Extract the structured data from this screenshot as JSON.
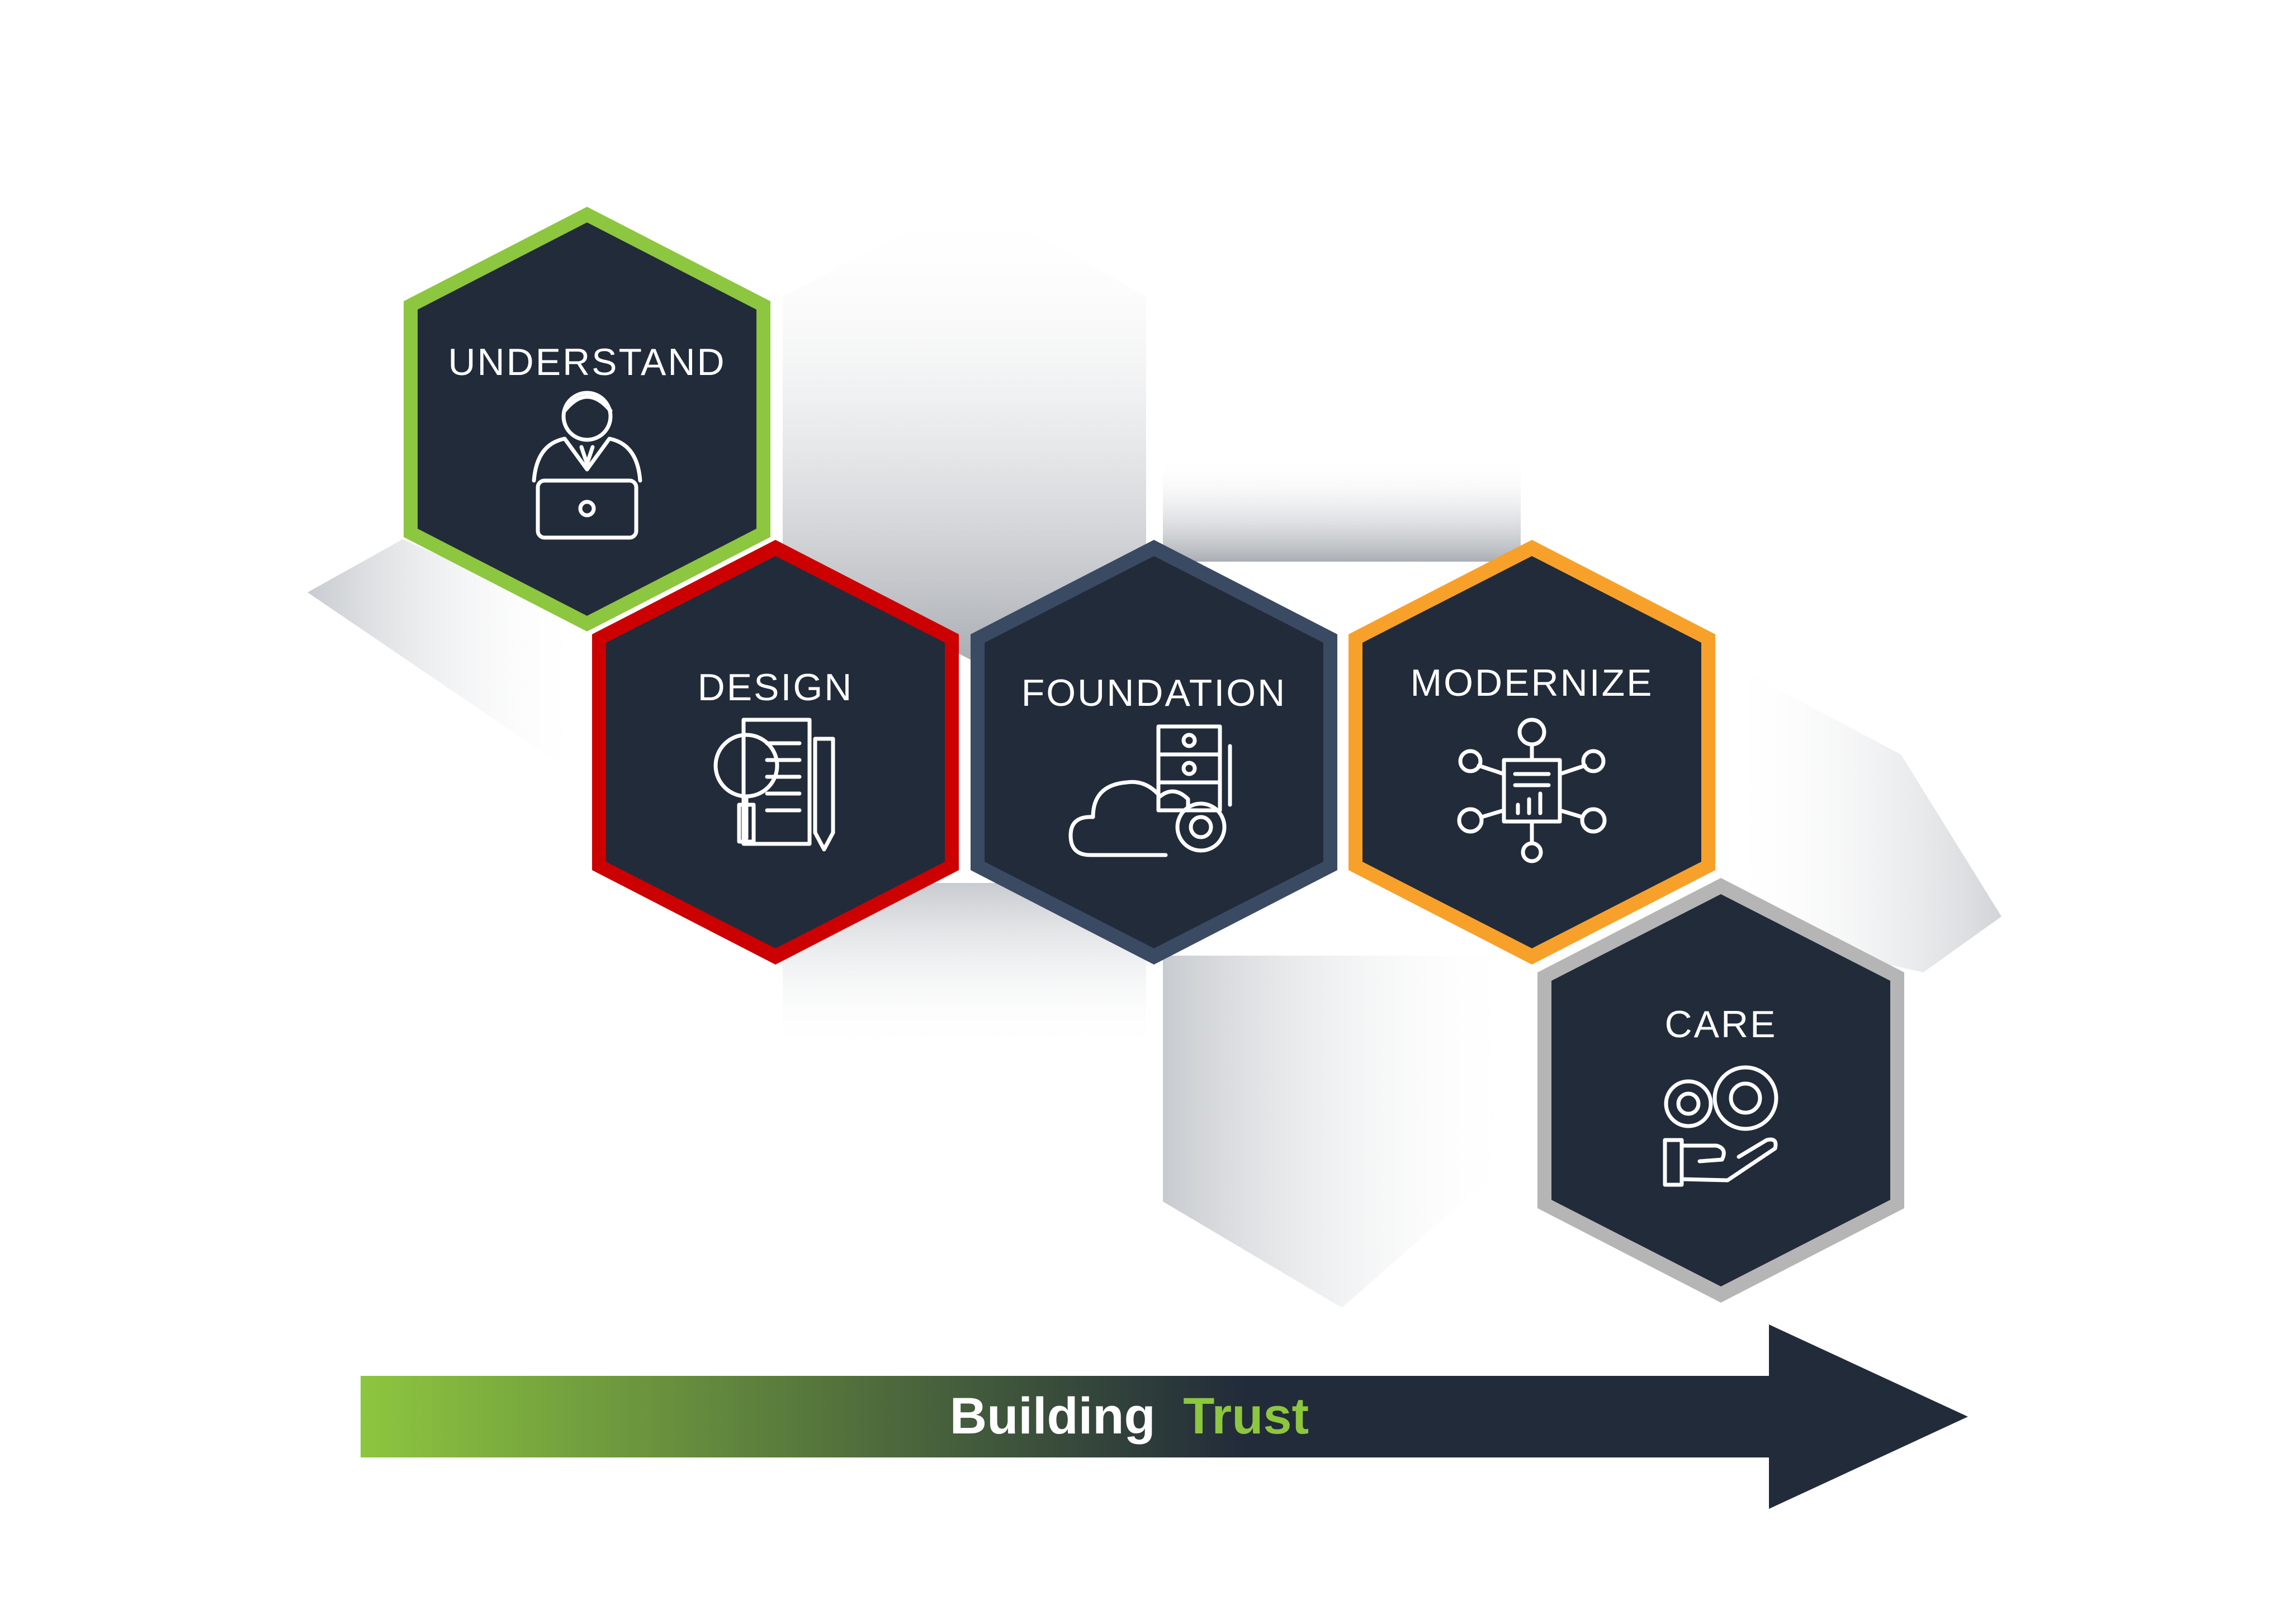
{
  "steps": [
    {
      "label": "UNDERSTAND",
      "icon": "person-laptop-icon",
      "color": "#8dc63f"
    },
    {
      "label": "DESIGN",
      "icon": "document-magnifier-icon",
      "color": "#cc0000"
    },
    {
      "label": "FOUNDATION",
      "icon": "cloud-server-gear-icon",
      "color": "#3b4a63"
    },
    {
      "label": "MODERNIZE",
      "icon": "network-hub-icon",
      "color": "#f7a12b"
    },
    {
      "label": "CARE",
      "icon": "hand-gears-icon",
      "color": "#b5b5b5"
    }
  ],
  "arrow": {
    "text_part1": "Building",
    "text_part2": "Trust",
    "text_part1_color": "#ffffff",
    "text_part2_color": "#8dc63f",
    "gradient_start": "#8dc63f",
    "gradient_end": "#222b3a"
  },
  "colors": {
    "hex_fill": "#222b3a",
    "shadow": "#9aa0a8"
  }
}
